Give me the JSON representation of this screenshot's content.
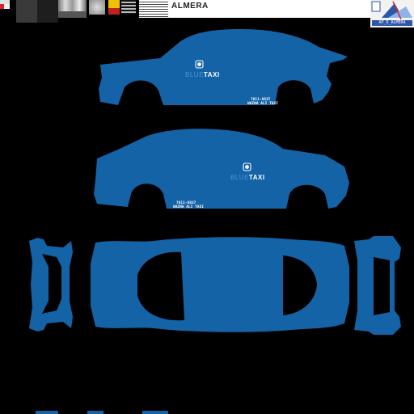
{
  "header": {
    "model_name": "ALMERA"
  },
  "logo": {
    "label": "AP_D_ALMERA",
    "icon": "developer-logo-icon"
  },
  "livery": {
    "brand_light": "BLUE",
    "brand_bold": "TAXI",
    "plate_number": "7811-8837",
    "plate_sub": "WAZNA ALI TAXI",
    "badge_icon": "taxi-badge-icon"
  },
  "colors": {
    "body": "#1463a6",
    "background": "#000000",
    "accent": "#d8232a",
    "white": "#ffffff"
  }
}
